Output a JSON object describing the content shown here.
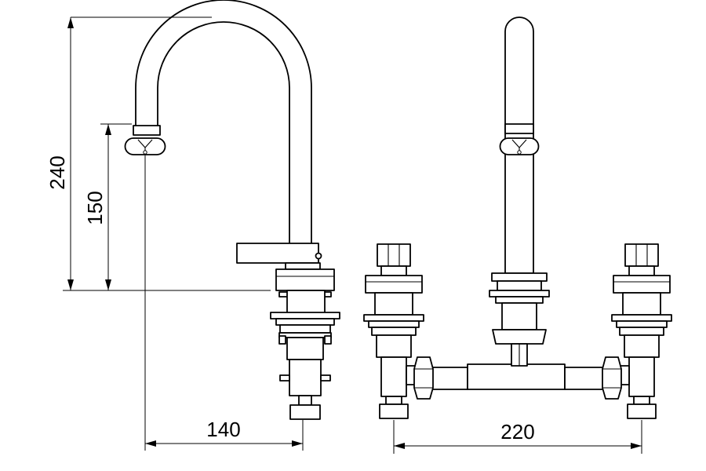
{
  "dimensions": {
    "total_height": "240",
    "outlet_height": "150",
    "spout_reach": "140",
    "handle_spacing": "220"
  },
  "colors": {
    "line": "#000000",
    "background": "#ffffff"
  }
}
